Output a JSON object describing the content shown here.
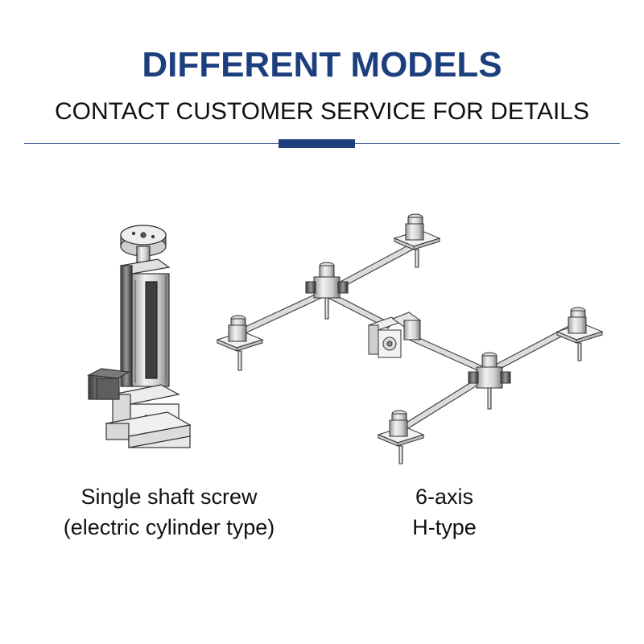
{
  "header": {
    "title": "DIFFERENT MODELS",
    "subtitle": "CONTACT CUSTOMER SERVICE FOR DETAILS",
    "accent_color": "#1d3f7e"
  },
  "models": [
    {
      "icon": "electric-cylinder-illustration",
      "caption_line1": "Single shaft screw",
      "caption_line2": "(electric cylinder type)"
    },
    {
      "icon": "h-type-screw-jack-system-illustration",
      "caption_line1": "6-axis",
      "caption_line2": "H-type"
    }
  ]
}
